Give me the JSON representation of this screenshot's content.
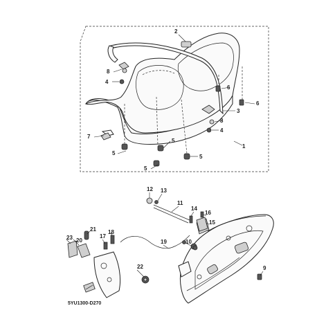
{
  "diagram_code": "5YU1300-D270",
  "callouts": {
    "c1": "1",
    "c2": "2",
    "c3": "3",
    "c4a": "4",
    "c4b": "4",
    "c5a": "5",
    "c5b": "5",
    "c5c": "5",
    "c5d": "5",
    "c6a": "6",
    "c6b": "6",
    "c7": "7",
    "c8a": "8",
    "c8b": "8",
    "c9": "9",
    "c10": "10",
    "c11": "11",
    "c12": "12",
    "c13": "13",
    "c14": "14",
    "c15": "15",
    "c16": "16",
    "c17": "17",
    "c18": "18",
    "c19": "19",
    "c20": "20",
    "c21": "21",
    "c22": "22",
    "c23": "23"
  }
}
